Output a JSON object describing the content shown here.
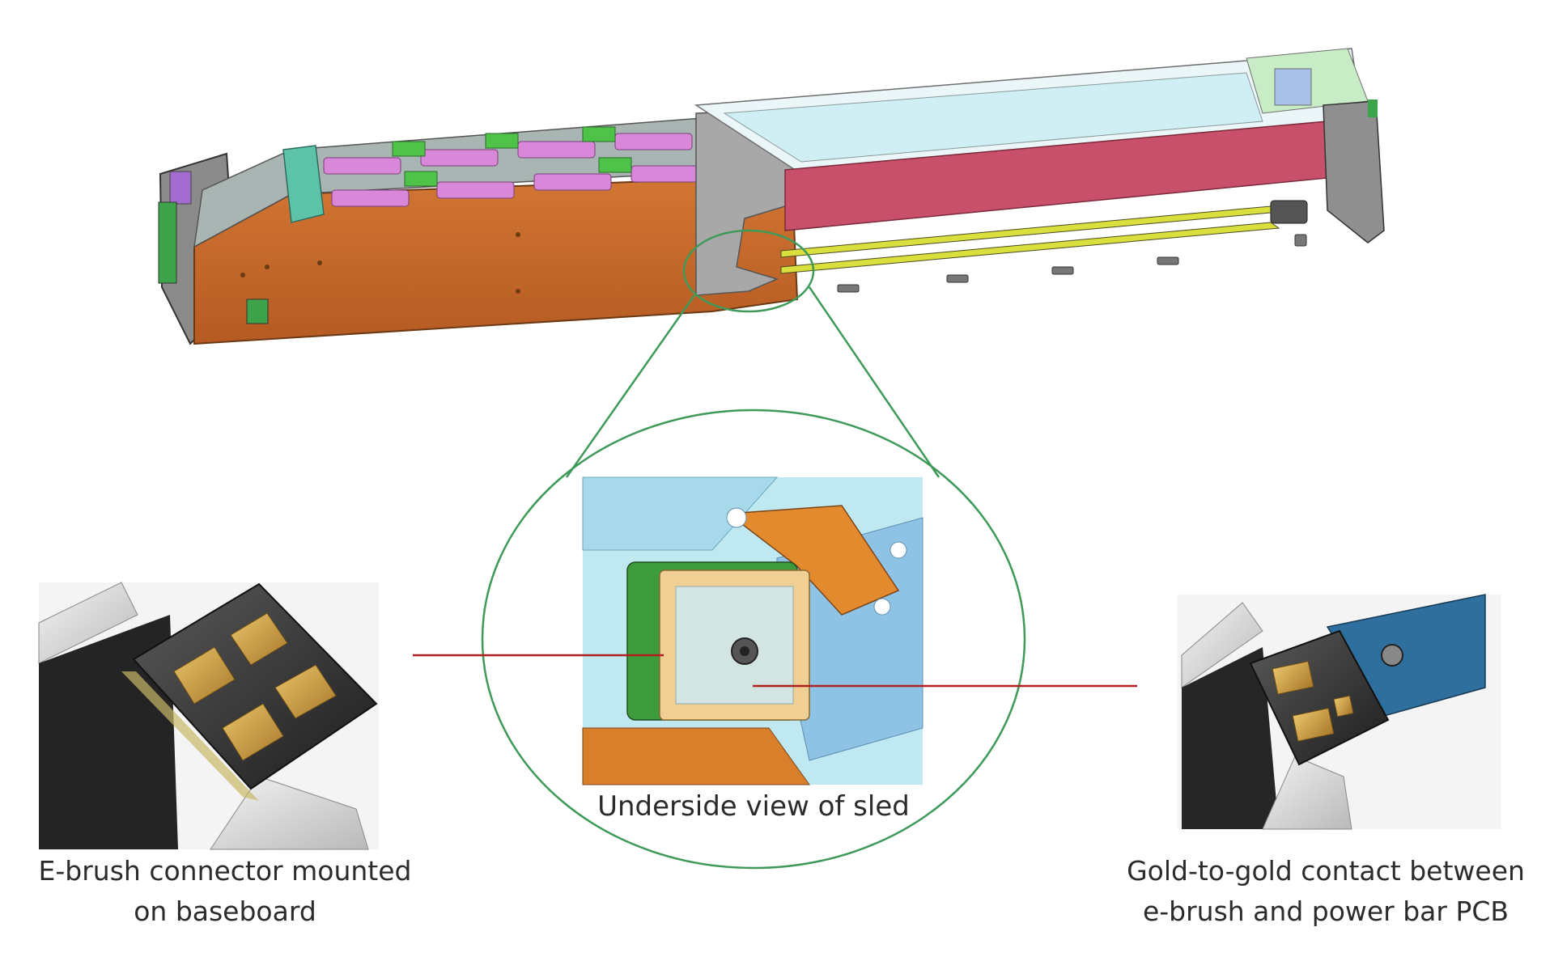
{
  "captions": {
    "left_line1": "E-brush connector mounted",
    "left_line2": "on baseboard",
    "center": "Underside view of sled",
    "right_line1": "Gold-to-gold contact between",
    "right_line2": "e-brush and power bar PCB"
  },
  "colors": {
    "chassis_orange": "#c8692c",
    "dimm_pink": "#d987d9",
    "heatsink_green": "#4fc24a",
    "power_bar_red": "#c9506a",
    "rail_yellow": "#d9df3c",
    "sled_cyan": "#bfe8f0",
    "callout_green": "#3f9a5a",
    "leader_red": "#b02020",
    "gold": "#c9a24a",
    "pcb_blue": "#2f6f9e"
  }
}
